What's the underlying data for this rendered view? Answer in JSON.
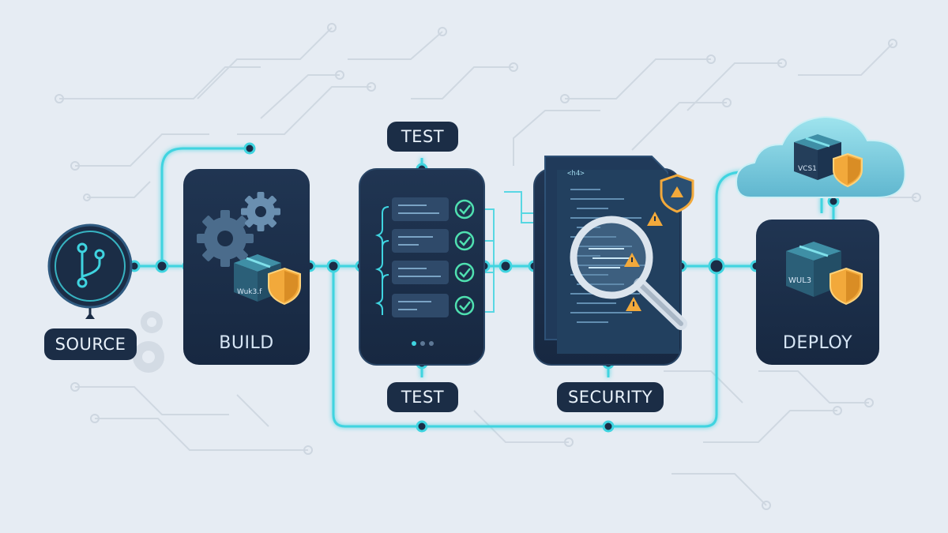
{
  "stages": {
    "source": "SOURCE",
    "build": "BUILD",
    "test_top": "TEST",
    "test_bottom": "TEST",
    "security": "SECURITY",
    "deploy": "DEPLOY"
  },
  "artifact_tags": {
    "build": "Wuk3.f",
    "cloud": "VCS1",
    "deploy": "WUL3"
  },
  "code_tag": "<h4>",
  "icons": [
    "git-branch-icon",
    "gear-icon",
    "package-icon",
    "shield-icon",
    "checklist-icon",
    "check-icon",
    "document-icon",
    "magnifier-icon",
    "warning-icon",
    "cloud-icon"
  ],
  "colors": {
    "background": "#e6ecf3",
    "panel": "#1b2d46",
    "accent": "#3fd4e0",
    "shield": "#f2a93b",
    "circuit": "#c9d3de"
  }
}
